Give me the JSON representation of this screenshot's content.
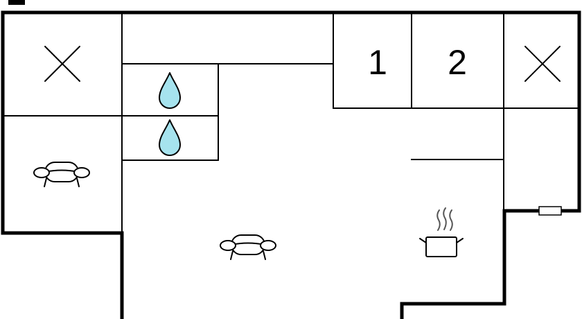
{
  "floorplan": {
    "rooms": [
      {
        "kind": "bedroom",
        "label": "1"
      },
      {
        "kind": "bedroom",
        "label": "2"
      }
    ],
    "symbols": [
      {
        "kind": "closed-room",
        "icon": "cross-icon"
      },
      {
        "kind": "closed-room",
        "icon": "cross-icon"
      },
      {
        "kind": "bathroom",
        "icon": "water-drop-icon"
      },
      {
        "kind": "bathroom",
        "icon": "water-drop-icon"
      },
      {
        "kind": "living-area",
        "icon": "sofa-icon"
      },
      {
        "kind": "living-area",
        "icon": "sofa-icon"
      },
      {
        "kind": "kitchen",
        "icon": "cooking-pot-icon"
      },
      {
        "kind": "heating",
        "icon": "radiator-icon"
      }
    ],
    "colors": {
      "wall": "#000000",
      "water_drop": "#a6e3ee",
      "background": "#ffffff"
    }
  }
}
